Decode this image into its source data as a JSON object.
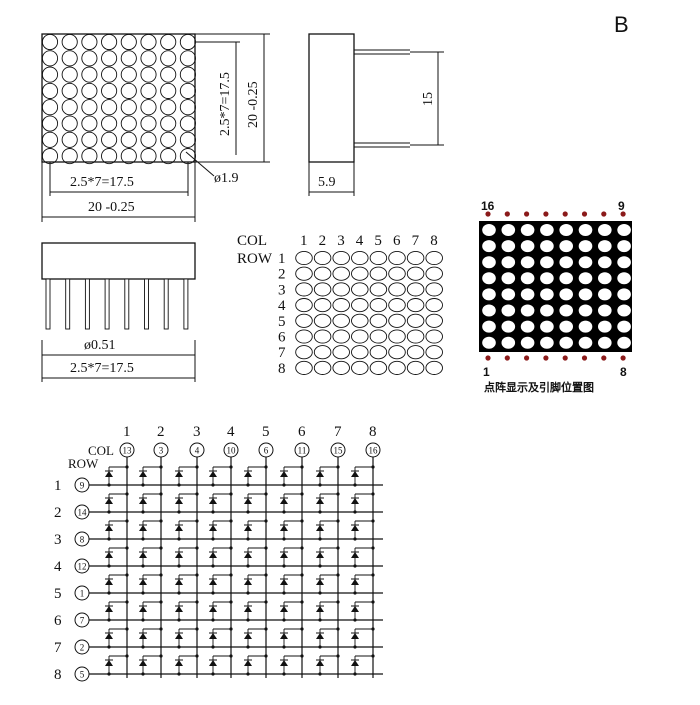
{
  "panel_label": "B",
  "front_view": {
    "dim_pitch_horizontal": "2.5*7=17.5",
    "dim_width": "20 -0.25",
    "dim_pitch_vertical": "2.5*7=17.5",
    "dim_height": "20 -0.25",
    "dim_dot_diameter": "ø1.9"
  },
  "side_view": {
    "dim_pin_length": "15",
    "dim_thickness": "5.9"
  },
  "bottom_view": {
    "dim_pin_diameter": "ø0.51",
    "dim_pin_pitch": "2.5*7=17.5"
  },
  "matrix_labels": {
    "col_label": "COL",
    "row_label": "ROW",
    "col_numbers": [
      "1",
      "2",
      "3",
      "4",
      "5",
      "6",
      "7",
      "8"
    ],
    "row_numbers": [
      "1",
      "2",
      "3",
      "4",
      "5",
      "6",
      "7",
      "8"
    ]
  },
  "pin_view": {
    "top_left_pin": "16",
    "top_right_pin": "9",
    "bottom_left_pin": "1",
    "bottom_right_pin": "8",
    "caption": "点阵显示及引脚位置图"
  },
  "schematic": {
    "col_label": "COL",
    "row_label": "ROW",
    "col_numbers": [
      "1",
      "2",
      "3",
      "4",
      "5",
      "6",
      "7",
      "8"
    ],
    "col_pins": [
      "13",
      "3",
      "4",
      "10",
      "6",
      "11",
      "15",
      "16"
    ],
    "row_numbers": [
      "1",
      "2",
      "3",
      "4",
      "5",
      "6",
      "7",
      "8"
    ],
    "row_pins": [
      "9",
      "14",
      "8",
      "12",
      "1",
      "7",
      "2",
      "5"
    ]
  },
  "colors": {
    "ink": "#111111",
    "pin_dot": "#8b1a1a",
    "matrix_bg": "#000000",
    "led": "#ffffff"
  }
}
